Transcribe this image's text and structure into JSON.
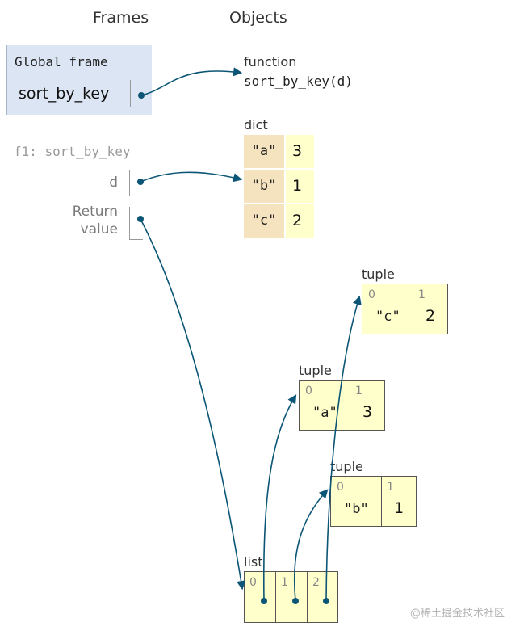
{
  "headers": {
    "frames": "Frames",
    "objects": "Objects"
  },
  "global_frame": {
    "title": "Global frame",
    "var_name": "sort_by_key"
  },
  "f1_frame": {
    "title": "f1: sort_by_key",
    "var_d": "d",
    "return_line1": "Return",
    "return_line2": "value"
  },
  "function_obj": {
    "type": "function",
    "signature": "sort_by_key(d)"
  },
  "dict_obj": {
    "type": "dict",
    "entries": [
      {
        "key": "\"a\"",
        "value": "3"
      },
      {
        "key": "\"b\"",
        "value": "1"
      },
      {
        "key": "\"c\"",
        "value": "2"
      }
    ]
  },
  "tuple_c": {
    "type": "tuple",
    "idx0": "0",
    "idx1": "1",
    "v0": "\"c\"",
    "v1": "2"
  },
  "tuple_a": {
    "type": "tuple",
    "idx0": "0",
    "idx1": "1",
    "v0": "\"a\"",
    "v1": "3"
  },
  "tuple_b": {
    "type": "tuple",
    "idx0": "0",
    "idx1": "1",
    "v0": "\"b\"",
    "v1": "1"
  },
  "list_obj": {
    "type": "list",
    "idx0": "0",
    "idx1": "1",
    "idx2": "2"
  },
  "watermark": "@稀土掘金技术社区",
  "colors": {
    "arrow": "#0b5576",
    "global_frame_bg": "#dce5f3",
    "dict_key_bg": "#f5e3bf",
    "object_bg": "#ffffcc"
  }
}
